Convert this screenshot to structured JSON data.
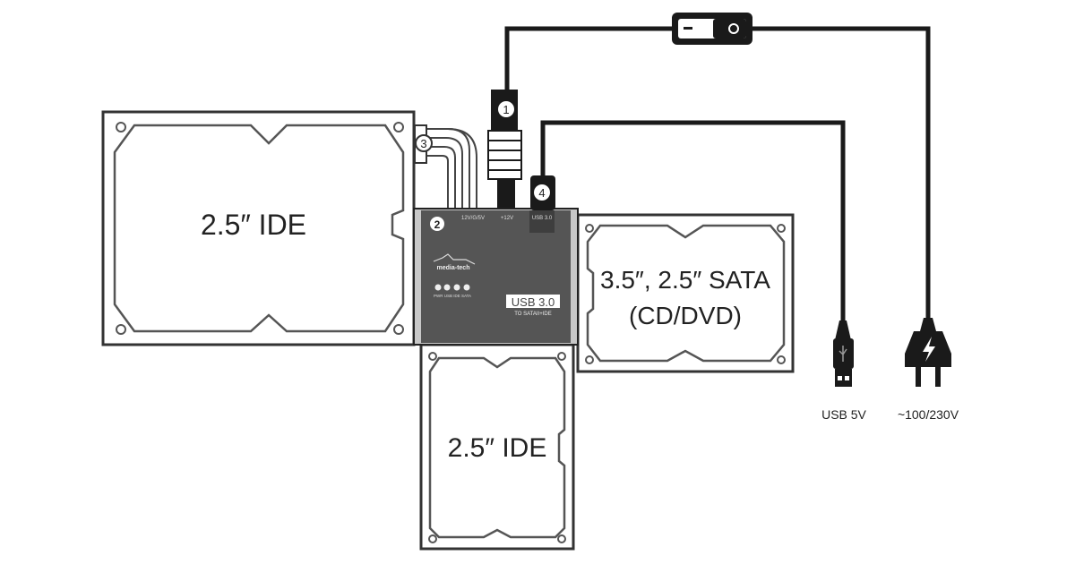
{
  "drives": {
    "left": {
      "label": "2.5″ IDE"
    },
    "bottom": {
      "label": "2.5″ IDE"
    },
    "right": {
      "label_line1": "3.5″, 2.5″ SATA",
      "label_line2": "(CD/DVD)"
    }
  },
  "adapter": {
    "port_labels": [
      "12V/G/5V",
      "+12V",
      "USB 3.0"
    ],
    "brand": "media-tech",
    "led_labels": "PWR USB IDE SATA",
    "title": "USB 3.0",
    "subtitle": "TO SATAII+IDE"
  },
  "markers": [
    "1",
    "2",
    "3",
    "4"
  ],
  "plugs": {
    "usb": {
      "label": "USB 5V"
    },
    "power": {
      "label": "~100/230V"
    }
  }
}
